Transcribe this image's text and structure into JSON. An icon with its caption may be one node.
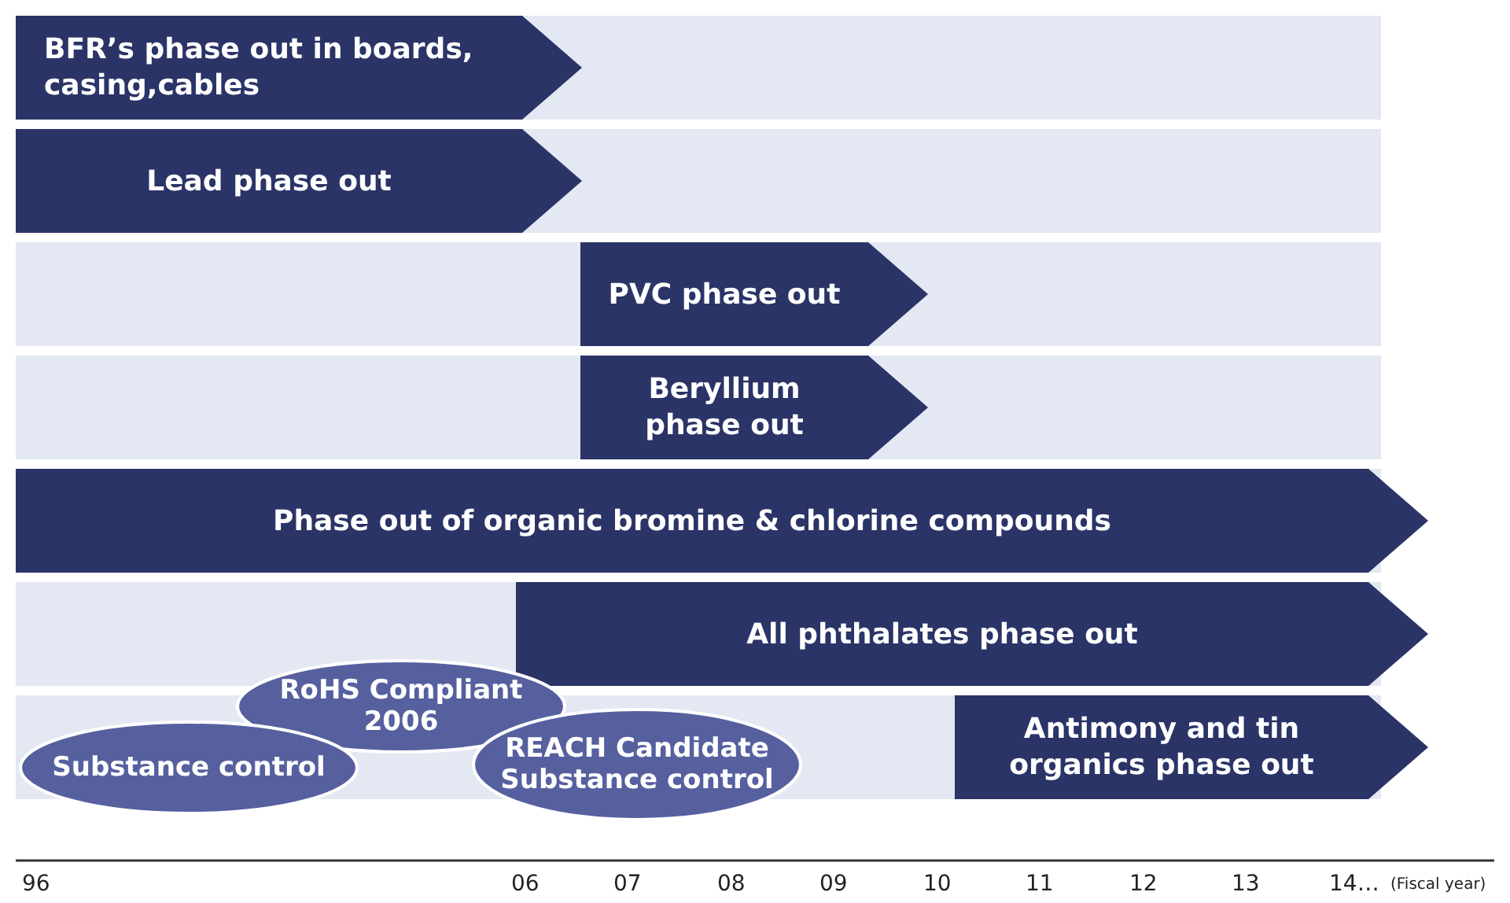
{
  "diagram": {
    "nodes": [
      {
        "text": [
          "BFR’s phase out in boards, casing,cables"
        ]
      },
      {
        "text": [
          "Lead phase out"
        ]
      },
      {
        "text": [
          "PVC phase out"
        ]
      },
      {
        "text": [
          "Beryllium phase out"
        ]
      },
      {
        "text": [
          "Phase out of organic bromine & chlorine compounds"
        ]
      },
      {
        "text": [
          "All phthalates phase out"
        ]
      },
      {
        "text": [
          "RoHS Compliant 2006"
        ]
      },
      {
        "text": [
          "Substance control"
        ]
      },
      {
        "text": [
          "REACH Candidate Substance control"
        ]
      },
      {
        "text": [
          "Antimony and tin organics phase out"
        ]
      }
    ],
    "labels": [
      "96",
      "06",
      "07",
      "08",
      "09",
      "10",
      "11",
      "12",
      "13",
      "14…",
      "(Fiscal year)"
    ]
  }
}
